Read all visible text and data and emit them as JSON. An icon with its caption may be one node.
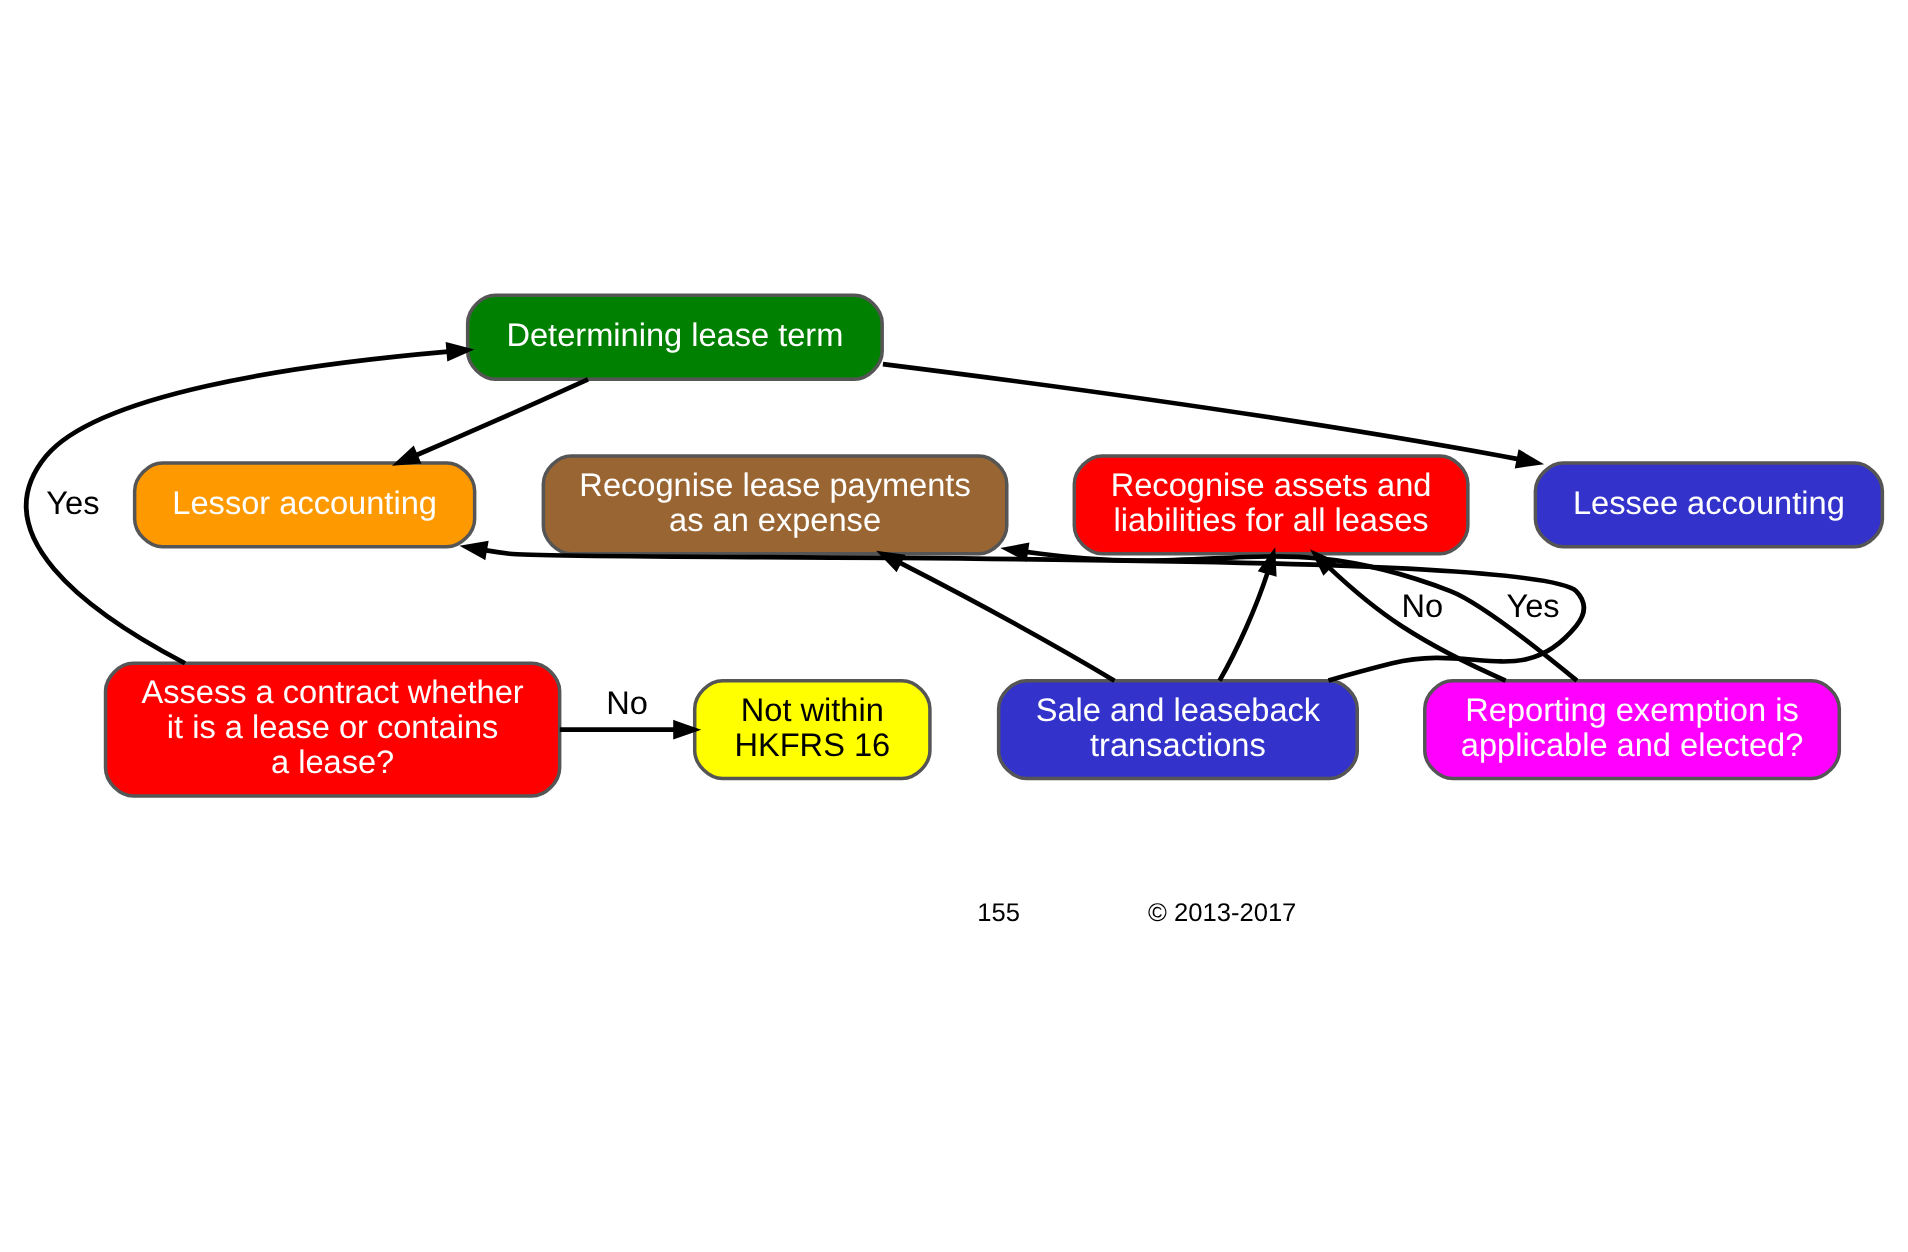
{
  "diagram": {
    "nodes": [
      {
        "text": [
          "Assess a contract whether it is a lease or contains a lease?"
        ]
      },
      {
        "text": [
          "Not within HKFRS 16"
        ]
      },
      {
        "text": [
          "Determining lease term"
        ]
      },
      {
        "text": [
          "Lessee accounting"
        ]
      },
      {
        "text": [
          "Lessor accounting"
        ]
      },
      {
        "text": [
          "Reporting exemption is applicable and elected?"
        ]
      },
      {
        "text": [
          "Recognise assets and liabilities for all leases"
        ]
      },
      {
        "text": [
          "Recognise lease payments as an expense"
        ]
      },
      {
        "text": [
          "Sale and leaseback transactions"
        ]
      }
    ],
    "edges": [
      {
        "from": 0,
        "to": 1,
        "arrow": "to",
        "label": "No"
      },
      {
        "from": 0,
        "to": 2,
        "arrow": "to",
        "label": "Yes"
      },
      {
        "from": 2,
        "to": 3,
        "arrow": "to"
      },
      {
        "from": 2,
        "to": 4,
        "arrow": "to"
      },
      {
        "from": 5,
        "to": 6,
        "arrow": "to",
        "label": "No"
      },
      {
        "from": 5,
        "to": 7,
        "arrow": "to",
        "label": "Yes"
      },
      {
        "from": 8,
        "to": 6,
        "arrow": "to"
      },
      {
        "from": 8,
        "to": 7,
        "arrow": "to"
      },
      {
        "from": 8,
        "to": 4,
        "arrow": "to"
      }
    ],
    "labels": [
      "© 2013-2017",
      "155"
    ]
  }
}
